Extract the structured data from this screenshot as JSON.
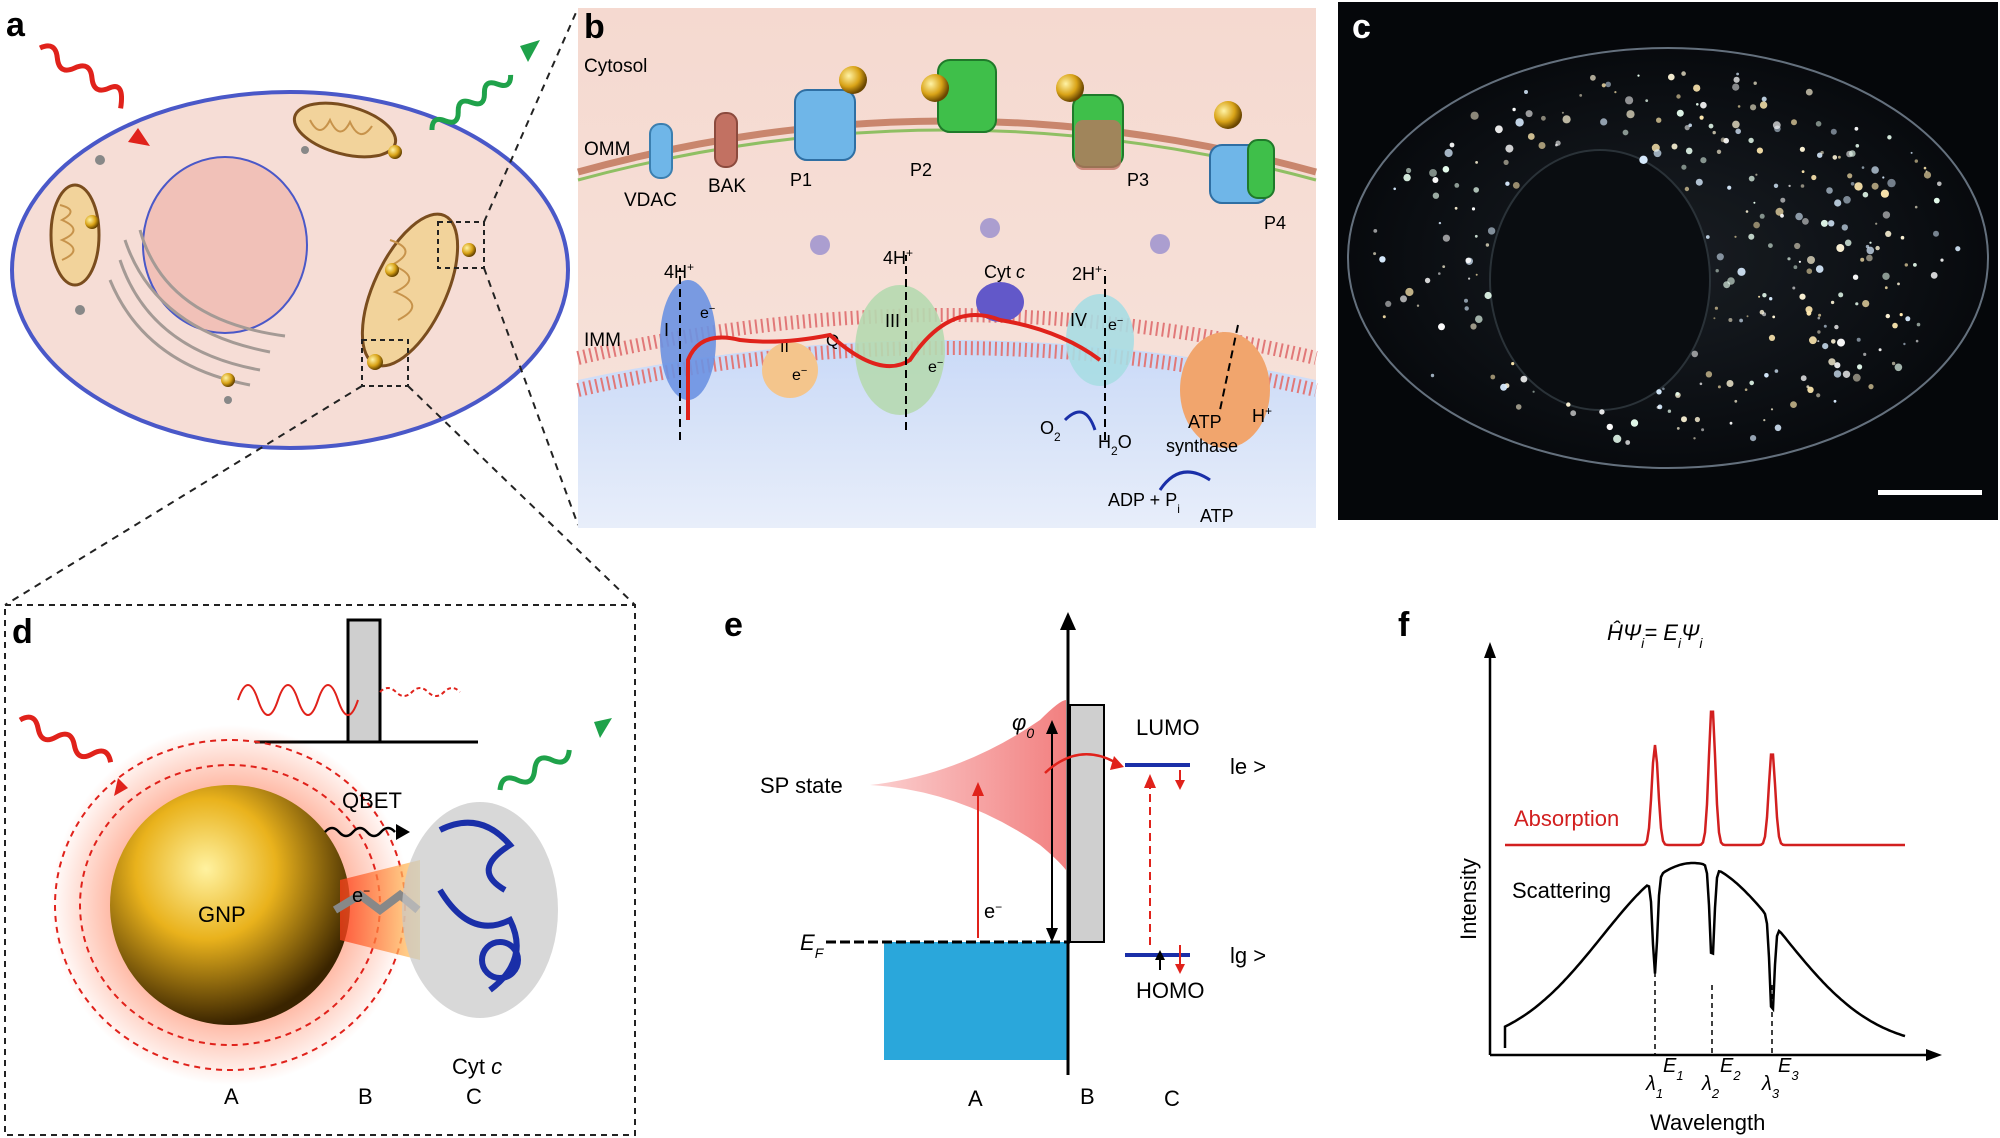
{
  "panels": {
    "a": {
      "letter": "a"
    },
    "b": {
      "letter": "b",
      "cytosol": "Cytosol",
      "omm": "OMM",
      "imm": "IMM",
      "vdac": "VDAC",
      "bak": "BAK",
      "p1": "P1",
      "p2": "P2",
      "p3": "P3",
      "p4": "P4",
      "h4a": "4H",
      "h4b": "4H",
      "h2": "2H",
      "hplus_sup": "+",
      "cytc": "Cyt",
      "cytc_italic": "c",
      "complex1": "I",
      "complex2": "II",
      "complex3": "III",
      "complex4": "IV",
      "q": "Q",
      "e_minus": "e",
      "minus_sup": "−",
      "o2": "O",
      "o2_sub": "2",
      "h2o": "H",
      "h2o_sub": "2",
      "h2o_o": "O",
      "atp_synthase_1": "ATP",
      "atp_synthase_2": "synthase",
      "h_plus": "H",
      "adp": "ADP + P",
      "adp_sub": "i",
      "atp": "ATP"
    },
    "c": {
      "letter": "c"
    },
    "d": {
      "letter": "d",
      "qbet": "QBET",
      "gnp": "GNP",
      "e_label": "e",
      "cytc": "Cyt",
      "cytc_italic": "c",
      "region_a": "A",
      "region_b": "B",
      "region_c": "C"
    },
    "e": {
      "letter": "e",
      "phi0": "φ",
      "phi0_sub": "0",
      "sp_state": "SP state",
      "lumo": "LUMO",
      "homo": "HOMO",
      "le": "le >",
      "lg": "lg >",
      "e_minus": "e",
      "ef": "E",
      "ef_sub": "F",
      "region_a": "A",
      "region_b": "B",
      "region_c": "C"
    },
    "f": {
      "letter": "f",
      "equation": "ĤΨ",
      "eq_i1": "i",
      "eq_eq": "= E",
      "eq_i2": "i",
      "eq_psi": "Ψ",
      "eq_i3": "i",
      "absorption": "Absorption",
      "scattering": "Scattering",
      "ylabel": "Intensity",
      "xlabel": "Wavelength",
      "e1": "E",
      "e1_sub": "1",
      "e2": "E",
      "e2_sub": "2",
      "e3": "E",
      "e3_sub": "3",
      "l1": "λ",
      "l1_sub": "1",
      "l2": "λ",
      "l2_sub": "2",
      "l3": "λ",
      "l3_sub": "3"
    }
  },
  "colors": {
    "cell_membrane": "#4a58c8",
    "cell_fill": "#f6ddd6",
    "nucleus": "#f1c1b8",
    "gold": "#d6a11a",
    "red": "#e0221b",
    "green": "#1fa24a",
    "blue": "#1a2fa8",
    "cyan_box": "#2aa7db",
    "absorption": "#d21f1f"
  }
}
